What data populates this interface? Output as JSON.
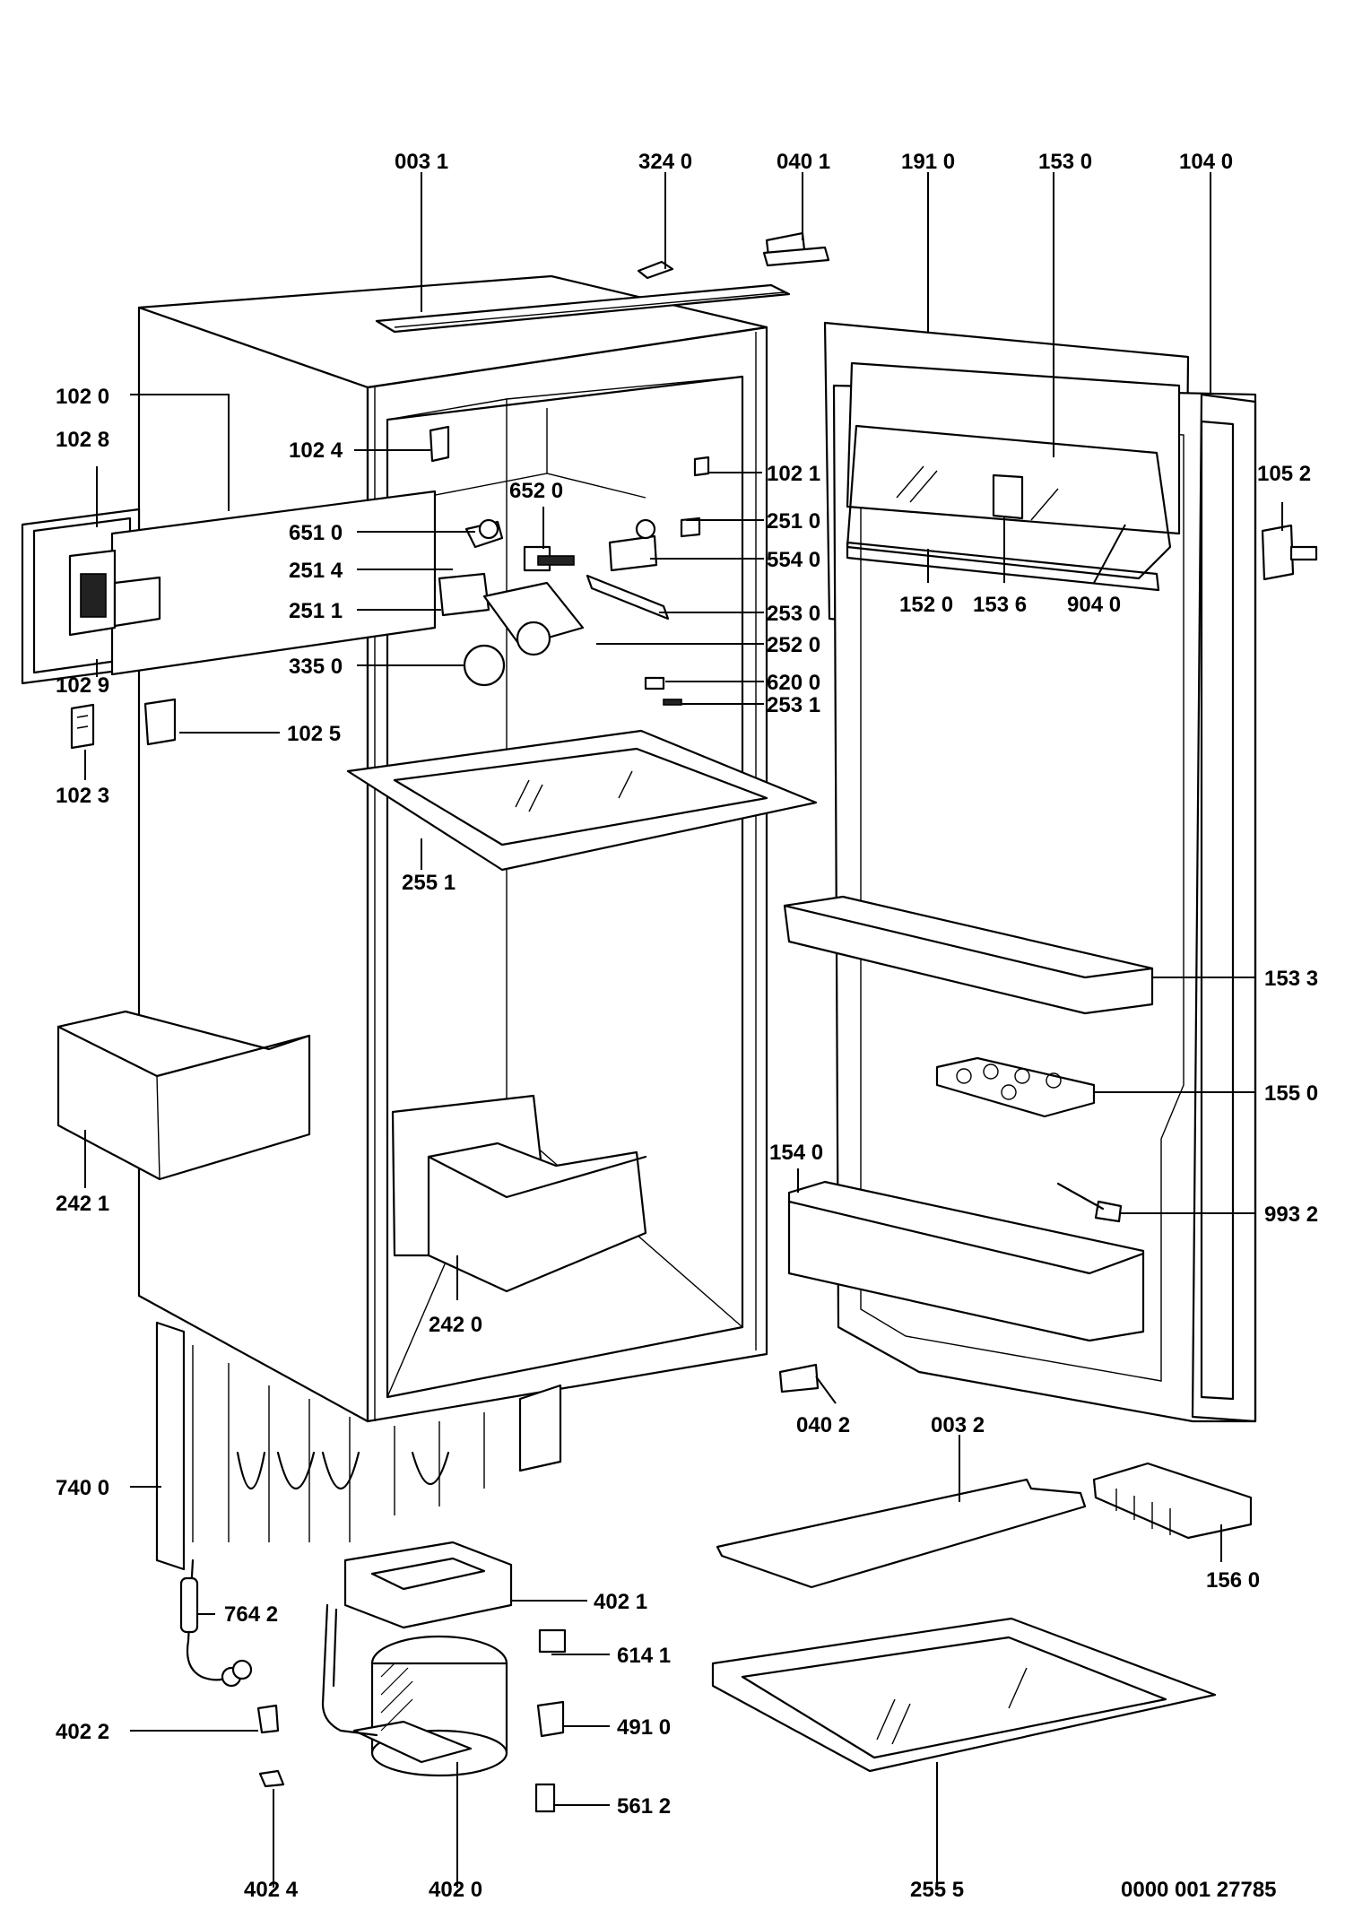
{
  "diagram": {
    "doc_number": "0000 001 27785",
    "callouts": {
      "p0031_top": "003 1",
      "p3240": "324 0",
      "p0401": "040 1",
      "p1910": "191 0",
      "p1530": "153 0",
      "p1040": "104 0",
      "p1020": "102 0",
      "p1028": "102 8",
      "p1024": "102 4",
      "p6520": "652 0",
      "p1021": "102 1",
      "p1052": "105 2",
      "p6510": "651 0",
      "p2510": "251 0",
      "p2514": "251 4",
      "p5540": "554 0",
      "p2511": "251 1",
      "p1520": "152 0",
      "p1536": "153 6",
      "p9040": "904 0",
      "p2530": "253 0",
      "p2520": "252 0",
      "p3350": "335 0",
      "p1029": "102 9",
      "p6200": "620 0",
      "p2531": "253 1",
      "p1025": "102 5",
      "p1023": "102 3",
      "p2551": "255 1",
      "p1533": "153 3",
      "p1550": "155 0",
      "p1540": "154 0",
      "p2421": "242 1",
      "p9932": "993 2",
      "p2420": "242 0",
      "p0402": "040 2",
      "p0032": "003 2",
      "p7400": "740 0",
      "p1560": "156 0",
      "p4021": "402 1",
      "p7642": "764 2",
      "p6141": "614 1",
      "p4022": "402 2",
      "p4910": "491 0",
      "p5612": "561 2",
      "p4024": "402 4",
      "p4020": "402 0",
      "p2555": "255 5"
    }
  }
}
